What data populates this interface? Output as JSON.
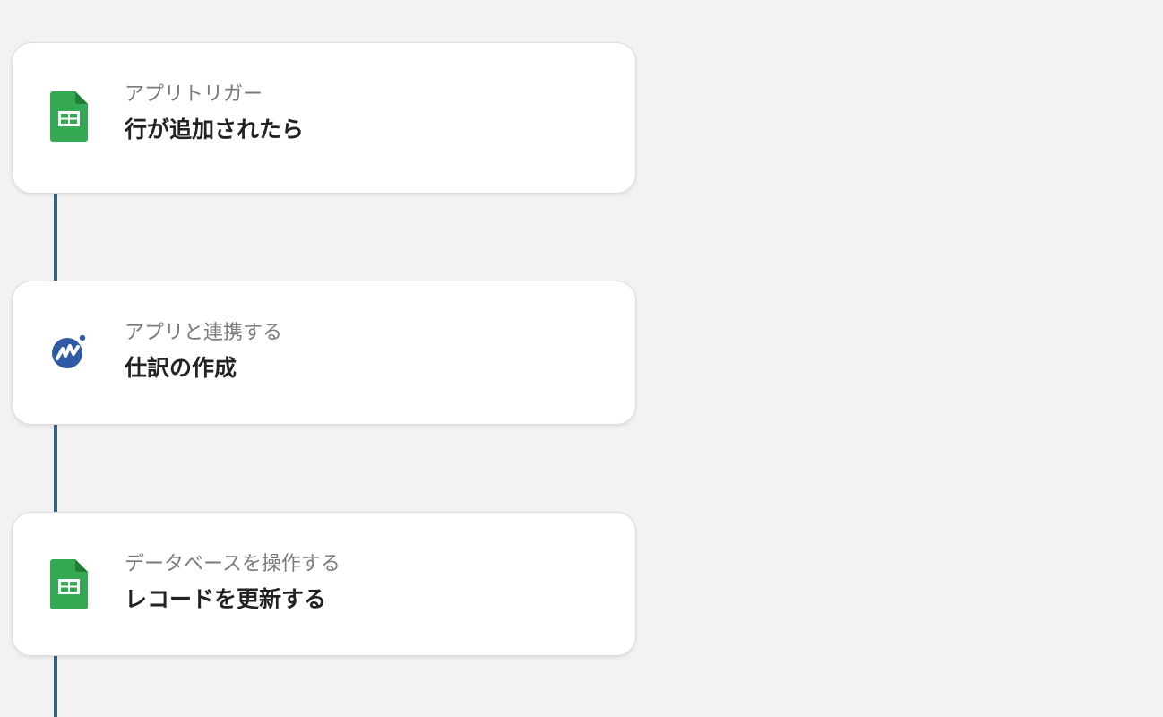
{
  "colors": {
    "background": "#f2f2f2",
    "connector": "#33627f",
    "sheets_green": "#34a853",
    "mf_blue": "#2e5aa6"
  },
  "steps": [
    {
      "icon": "google-sheets-icon",
      "subtitle": "アプリトリガー",
      "title": "行が追加されたら"
    },
    {
      "icon": "moneyforward-icon",
      "subtitle": "アプリと連携する",
      "title": "仕訳の作成"
    },
    {
      "icon": "google-sheets-icon",
      "subtitle": "データベースを操作する",
      "title": "レコードを更新する"
    }
  ]
}
